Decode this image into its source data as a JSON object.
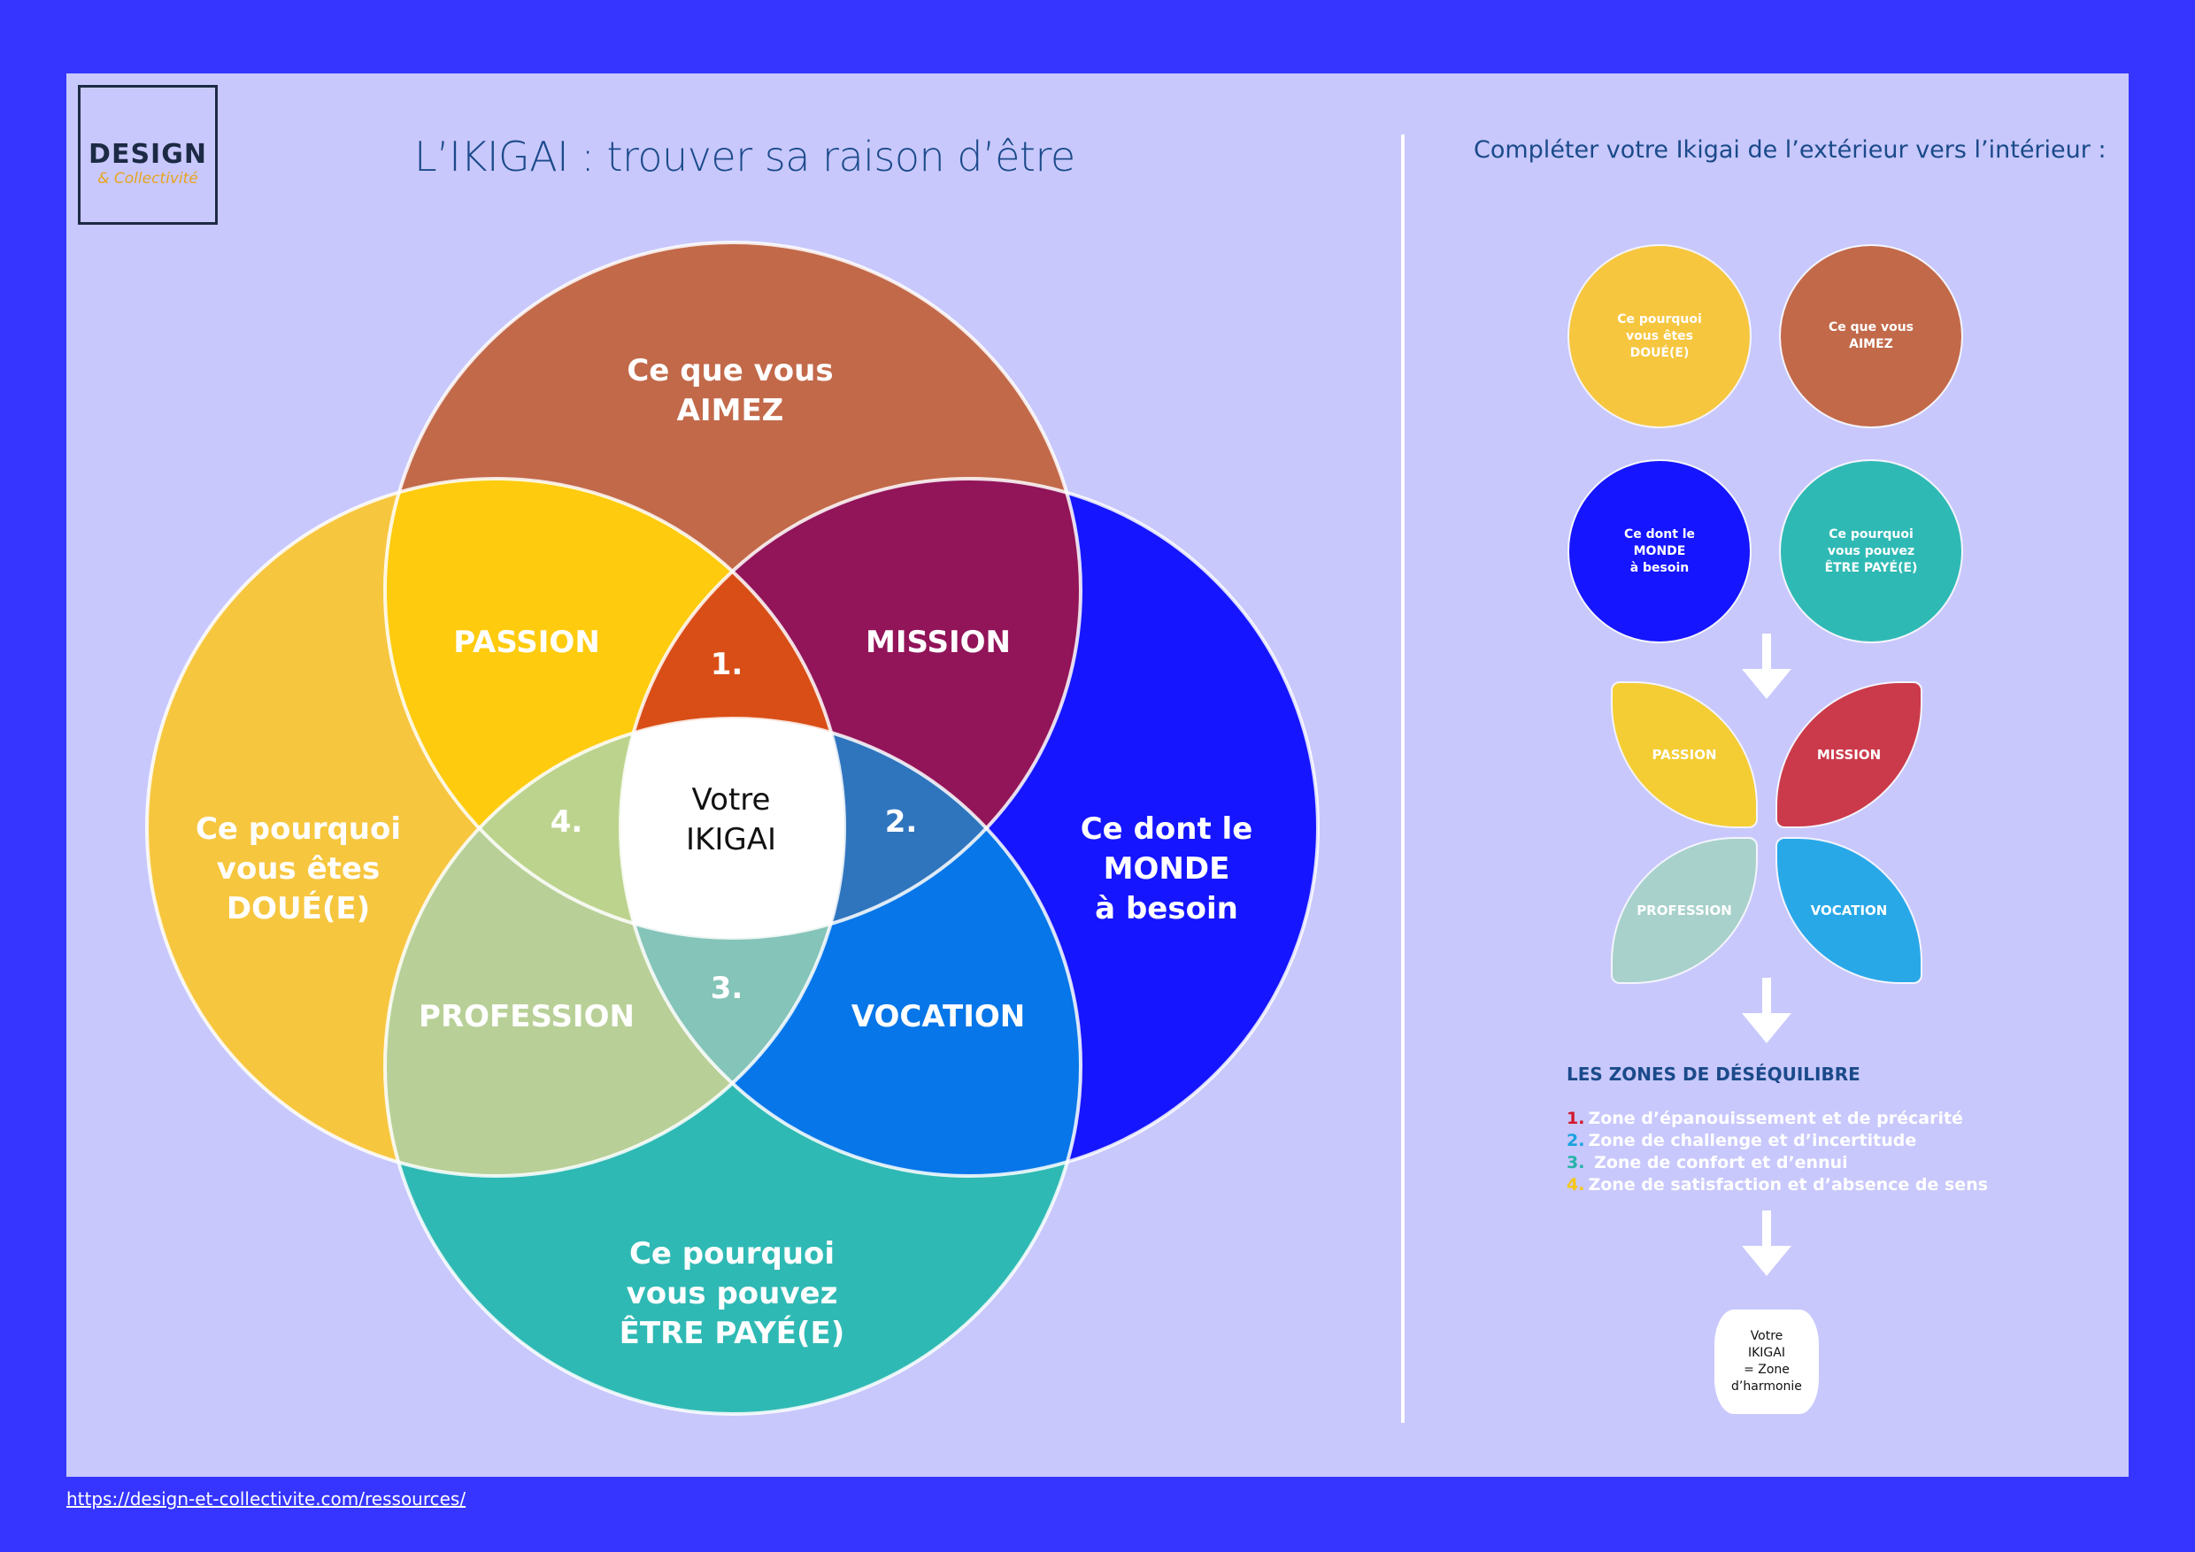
{
  "header": {
    "logo_line1": "DESIGN",
    "logo_line2": "& Collectivité",
    "title": "L’IKIGAI : trouver sa raison d’être"
  },
  "colors": {
    "frame": "#3535ff",
    "page": "#c8c8fc",
    "aimez": "#c2694a",
    "doue": "#f7c63f",
    "monde": "#1515ff",
    "paye": "#2fb9b4",
    "passion": "#fecb0e",
    "mission": "#921459",
    "profession": "#b8d097",
    "vocation": "#0676e8",
    "zone1": "#d94e17",
    "zone2": "#2f75be",
    "zone3": "#85c4b8",
    "zone4": "#bcd38e",
    "ikigai": "#ffffff"
  },
  "venn": {
    "circles": [
      {
        "id": "aimez",
        "lines": [
          "Ce que vous",
          "AIMEZ"
        ]
      },
      {
        "id": "doue",
        "lines": [
          "Ce pourquoi",
          "vous êtes",
          "DOUÉ(E)"
        ]
      },
      {
        "id": "monde",
        "lines": [
          "Ce dont le",
          "MONDE",
          "à besoin"
        ]
      },
      {
        "id": "paye",
        "lines": [
          "Ce pourquoi",
          "vous pouvez",
          "ÊTRE PAYÉ(E)"
        ]
      }
    ],
    "overlaps": {
      "passion": "PASSION",
      "mission": "MISSION",
      "profession": "PROFESSION",
      "vocation": "VOCATION"
    },
    "zones": {
      "z1": "1.",
      "z2": "2.",
      "z3": "3.",
      "z4": "4."
    },
    "center": [
      "Votre",
      "IKIGAI"
    ]
  },
  "side": {
    "subtitle": "Compléter votre Ikigai de l’extérieur vers l’intérieur :",
    "circles": [
      {
        "label": "Ce pourquoi\nvous êtes\nDOUÉ(E)",
        "color": "#f7c63f"
      },
      {
        "label": "Ce que vous\nAIMEZ",
        "color": "#c2694a"
      },
      {
        "label": "Ce dont le\nMONDE\nà besoin",
        "color": "#1515ff"
      },
      {
        "label": "Ce pourquoi\nvous pouvez\nÊTRE PAYÉ(E)",
        "color": "#2fb9b4"
      }
    ],
    "petals": [
      {
        "label": "PASSION",
        "color": "#f4cd34"
      },
      {
        "label": "MISSION",
        "color": "#cb3a4a"
      },
      {
        "label": "PROFESSION",
        "color": "#a8d1cb"
      },
      {
        "label": "VOCATION",
        "color": "#29a8e8"
      }
    ],
    "zones_title": "LES ZONES DE DÉSÉQUILIBRE",
    "zones": [
      {
        "num": "1.",
        "text": "Zone d’épanouissement et de précarité",
        "color": "#d3182d"
      },
      {
        "num": "2.",
        "text": "Zone de challenge et d’incertitude",
        "color": "#19a3e0"
      },
      {
        "num": "3.",
        "text": " Zone de confort et d’ennui",
        "color": "#26b3a8"
      },
      {
        "num": "4.",
        "text": "Zone de satisfaction et d’absence de sens",
        "color": "#f6c614"
      }
    ],
    "final": "Votre\nIKIGAI\n= Zone\nd’harmonie"
  },
  "footer": {
    "link": "https://design-et-collectivite.com/ressources/"
  }
}
